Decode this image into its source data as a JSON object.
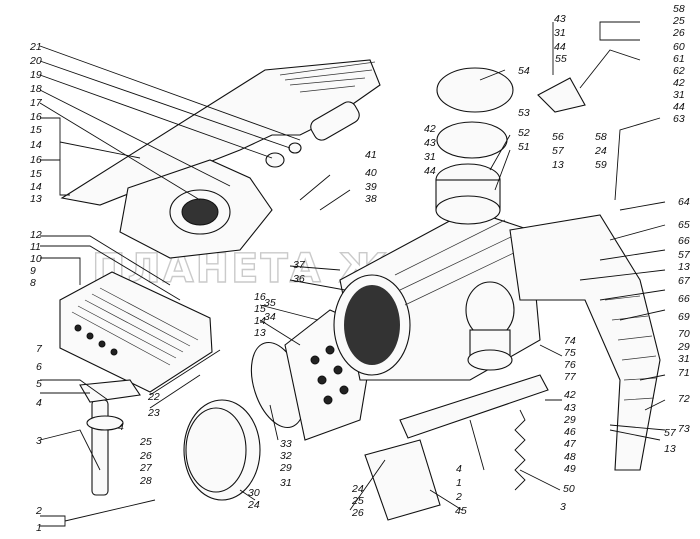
{
  "watermark": "ПЛАНЕТА ЖЕЛЕЗЯКА",
  "callouts": [
    {
      "id": "c-21",
      "text": "21"
    },
    {
      "id": "c-20",
      "text": "20"
    },
    {
      "id": "c-19",
      "text": "19"
    },
    {
      "id": "c-18",
      "text": "18"
    },
    {
      "id": "c-17",
      "text": "17"
    },
    {
      "id": "c-16a",
      "text": "16"
    },
    {
      "id": "c-15a",
      "text": "15"
    },
    {
      "id": "c-14a",
      "text": "14"
    },
    {
      "id": "c-16b",
      "text": "16"
    },
    {
      "id": "c-15b",
      "text": "15"
    },
    {
      "id": "c-14b",
      "text": "14"
    },
    {
      "id": "c-13a",
      "text": "13"
    },
    {
      "id": "c-12",
      "text": "12"
    },
    {
      "id": "c-11",
      "text": "11"
    },
    {
      "id": "c-10",
      "text": "10"
    },
    {
      "id": "c-9",
      "text": "9"
    },
    {
      "id": "c-8",
      "text": "8"
    },
    {
      "id": "c-7",
      "text": "7"
    },
    {
      "id": "c-6",
      "text": "6"
    },
    {
      "id": "c-5",
      "text": "5"
    },
    {
      "id": "c-4a",
      "text": "4"
    },
    {
      "id": "c-3a",
      "text": "3"
    },
    {
      "id": "c-2a",
      "text": "2"
    },
    {
      "id": "c-1a",
      "text": "1"
    },
    {
      "id": "c-43a",
      "text": "43"
    },
    {
      "id": "c-31a",
      "text": "31"
    },
    {
      "id": "c-44a",
      "text": "44"
    },
    {
      "id": "c-55",
      "text": "55"
    },
    {
      "id": "c-54",
      "text": "54"
    },
    {
      "id": "c-42a",
      "text": "42"
    },
    {
      "id": "c-43b",
      "text": "43"
    },
    {
      "id": "c-31b",
      "text": "31"
    },
    {
      "id": "c-44b",
      "text": "44"
    },
    {
      "id": "c-53",
      "text": "53"
    },
    {
      "id": "c-52",
      "text": "52"
    },
    {
      "id": "c-51",
      "text": "51"
    },
    {
      "id": "c-41",
      "text": "41"
    },
    {
      "id": "c-40",
      "text": "40"
    },
    {
      "id": "c-39",
      "text": "39"
    },
    {
      "id": "c-38",
      "text": "38"
    },
    {
      "id": "c-56",
      "text": "56"
    },
    {
      "id": "c-57a",
      "text": "57"
    },
    {
      "id": "c-13b",
      "text": "13"
    },
    {
      "id": "c-58a",
      "text": "58"
    },
    {
      "id": "c-24a",
      "text": "24"
    },
    {
      "id": "c-59",
      "text": "59"
    },
    {
      "id": "c-58b",
      "text": "58"
    },
    {
      "id": "c-25a",
      "text": "25"
    },
    {
      "id": "c-26a",
      "text": "26"
    },
    {
      "id": "c-60",
      "text": "60"
    },
    {
      "id": "c-61",
      "text": "61"
    },
    {
      "id": "c-62",
      "text": "62"
    },
    {
      "id": "c-42b",
      "text": "42"
    },
    {
      "id": "c-31c",
      "text": "31"
    },
    {
      "id": "c-44c",
      "text": "44"
    },
    {
      "id": "c-63",
      "text": "63"
    },
    {
      "id": "c-64",
      "text": "64"
    },
    {
      "id": "c-65",
      "text": "65"
    },
    {
      "id": "c-66a",
      "text": "66"
    },
    {
      "id": "c-57b",
      "text": "57"
    },
    {
      "id": "c-13c",
      "text": "13"
    },
    {
      "id": "c-67",
      "text": "67"
    },
    {
      "id": "c-66b",
      "text": "66"
    },
    {
      "id": "c-69",
      "text": "69"
    },
    {
      "id": "c-70",
      "text": "70"
    },
    {
      "id": "c-29a",
      "text": "29"
    },
    {
      "id": "c-31d",
      "text": "31"
    },
    {
      "id": "c-71",
      "text": "71"
    },
    {
      "id": "c-72",
      "text": "72"
    },
    {
      "id": "c-73",
      "text": "73"
    },
    {
      "id": "c-37",
      "text": "37"
    },
    {
      "id": "c-36",
      "text": "36"
    },
    {
      "id": "c-16c",
      "text": "16"
    },
    {
      "id": "c-15c",
      "text": "15"
    },
    {
      "id": "c-14c",
      "text": "14"
    },
    {
      "id": "c-13d",
      "text": "13"
    },
    {
      "id": "c-35",
      "text": "35"
    },
    {
      "id": "c-34",
      "text": "34"
    },
    {
      "id": "c-22",
      "text": "22"
    },
    {
      "id": "c-23",
      "text": "23"
    },
    {
      "id": "c-4b",
      "text": "4"
    },
    {
      "id": "c-25b",
      "text": "25"
    },
    {
      "id": "c-26b",
      "text": "26"
    },
    {
      "id": "c-27",
      "text": "27"
    },
    {
      "id": "c-28",
      "text": "28"
    },
    {
      "id": "c-30",
      "text": "30"
    },
    {
      "id": "c-24b",
      "text": "24"
    },
    {
      "id": "c-33",
      "text": "33"
    },
    {
      "id": "c-32",
      "text": "32"
    },
    {
      "id": "c-29b",
      "text": "29"
    },
    {
      "id": "c-31e",
      "text": "31"
    },
    {
      "id": "c-74",
      "text": "74"
    },
    {
      "id": "c-75",
      "text": "75"
    },
    {
      "id": "c-76",
      "text": "76"
    },
    {
      "id": "c-77",
      "text": "77"
    },
    {
      "id": "c-42c",
      "text": "42"
    },
    {
      "id": "c-43c",
      "text": "43"
    },
    {
      "id": "c-29c",
      "text": "29"
    },
    {
      "id": "c-46",
      "text": "46"
    },
    {
      "id": "c-47",
      "text": "47"
    },
    {
      "id": "c-48",
      "text": "48"
    },
    {
      "id": "c-49",
      "text": "49"
    },
    {
      "id": "c-57c",
      "text": "57"
    },
    {
      "id": "c-13e",
      "text": "13"
    },
    {
      "id": "c-4c",
      "text": "4"
    },
    {
      "id": "c-1b",
      "text": "1"
    },
    {
      "id": "c-2b",
      "text": "2"
    },
    {
      "id": "c-3b",
      "text": "3"
    },
    {
      "id": "c-50",
      "text": "50"
    },
    {
      "id": "c-24c",
      "text": "24"
    },
    {
      "id": "c-25c",
      "text": "25"
    },
    {
      "id": "c-26c",
      "text": "26"
    },
    {
      "id": "c-45",
      "text": "45"
    }
  ]
}
